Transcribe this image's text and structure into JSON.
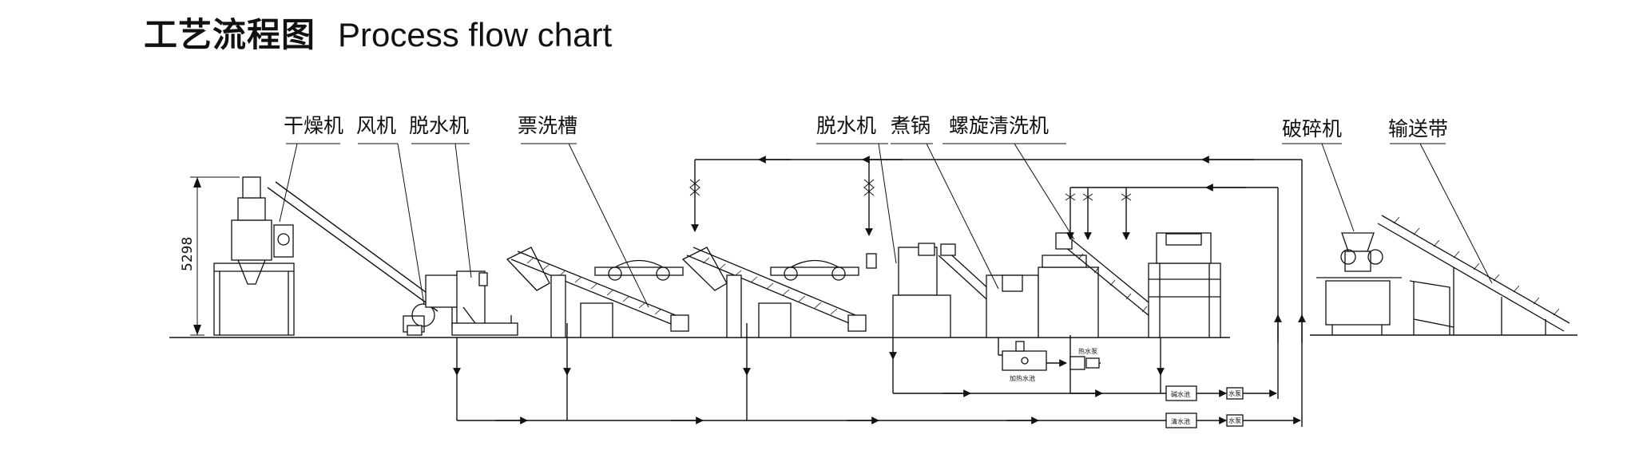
{
  "title": {
    "cn": "工艺流程图",
    "en": "Process flow chart"
  },
  "labels": {
    "dryer": "干燥机",
    "fan": "风机",
    "dewater1": "脱水机",
    "rinse_tank": "票洗槽",
    "dewater2": "脱水机",
    "boiler": "煮锅",
    "screw_washer": "螺旋清洗机",
    "crusher": "破碎机",
    "conveyor": "输送带"
  },
  "dimension": "5298",
  "small_labels": {
    "hot_pump": "热水泵",
    "heating_tank": "加热水池",
    "alkali_tank": "碱水池",
    "pump1": "水泵",
    "clean_tank": "清水池",
    "pump2": "水泵"
  }
}
